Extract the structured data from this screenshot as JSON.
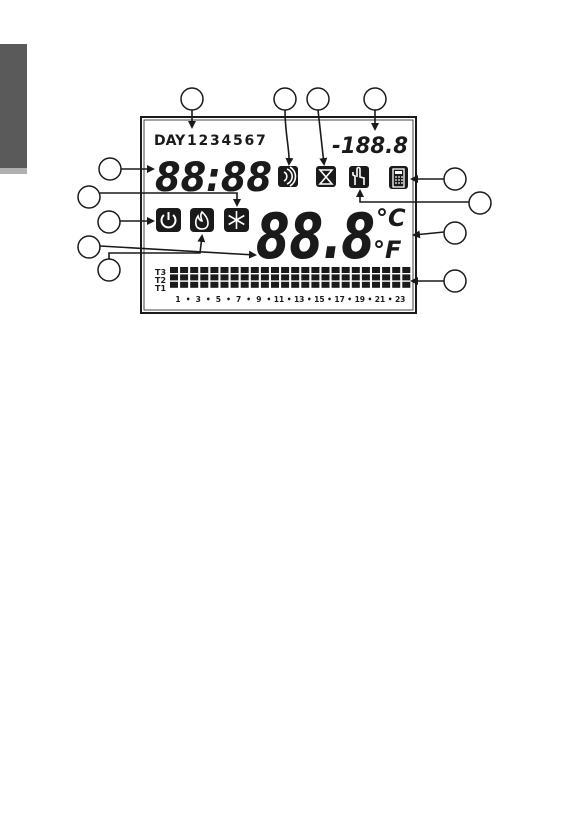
{
  "lcd": {
    "day_label": "DAY",
    "day_numbers": [
      "1",
      "2",
      "3",
      "4",
      "5",
      "6",
      "7"
    ],
    "clock": "88:88",
    "small_value": "-188.8",
    "temperature": "88.8",
    "unit_c": "°C",
    "unit_f": "°F",
    "track_labels": [
      "T3",
      "T2",
      "T1"
    ],
    "hour_ticks": [
      "1",
      "•",
      "3",
      "•",
      "5",
      "•",
      "7",
      "•",
      "9",
      "•",
      "11",
      "•",
      "13",
      "•",
      "15",
      "•",
      "17",
      "•",
      "19",
      "•",
      "21",
      "•",
      "23"
    ],
    "program_cells_per_row": 24,
    "program_rows": 3
  },
  "icons": [
    "power-icon",
    "flame-icon",
    "snowflake-icon",
    "signal-icon",
    "hourglass-icon",
    "hand-icon",
    "remote-control-icon"
  ],
  "colors": {
    "ink": "#1a1a1a",
    "tab": "#5a5a5a"
  }
}
